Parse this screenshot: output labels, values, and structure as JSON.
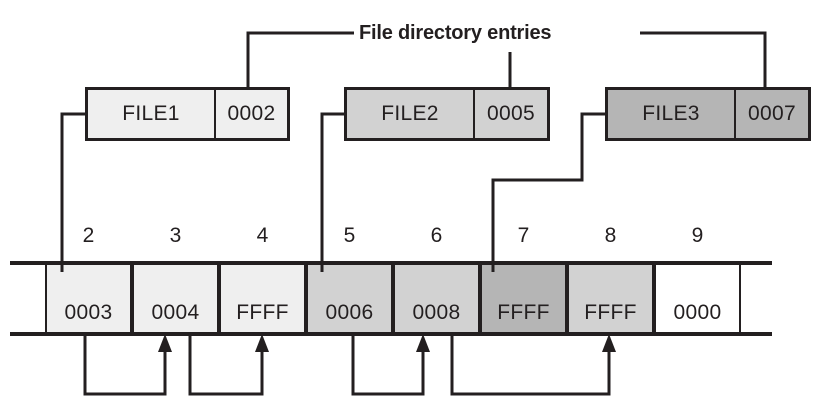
{
  "diagram": {
    "title": "File directory entries",
    "colors": {
      "stroke": "#231f20",
      "file1_fill": "#efefef",
      "file2_fill": "#d2d2d2",
      "file3_fill": "#b5b5b5",
      "empty_fill": "#ffffff"
    },
    "directory_entries": [
      {
        "name": "FILE1",
        "start_cluster": "0002",
        "fill": "#efefef"
      },
      {
        "name": "FILE2",
        "start_cluster": "0005",
        "fill": "#d2d2d2"
      },
      {
        "name": "FILE3",
        "start_cluster": "0007",
        "fill": "#b5b5b5"
      }
    ],
    "fat_table": {
      "indices": [
        "2",
        "3",
        "4",
        "5",
        "6",
        "7",
        "8",
        "9"
      ],
      "entries": [
        {
          "index": "2",
          "value": "0003",
          "fill": "#efefef"
        },
        {
          "index": "3",
          "value": "0004",
          "fill": "#efefef"
        },
        {
          "index": "4",
          "value": "FFFF",
          "fill": "#efefef"
        },
        {
          "index": "5",
          "value": "0006",
          "fill": "#d2d2d2"
        },
        {
          "index": "6",
          "value": "0008",
          "fill": "#d2d2d2"
        },
        {
          "index": "7",
          "value": "FFFF",
          "fill": "#b5b5b5"
        },
        {
          "index": "8",
          "value": "FFFF",
          "fill": "#d2d2d2"
        },
        {
          "index": "9",
          "value": "0000",
          "fill": "#ffffff"
        }
      ]
    },
    "chain_links": [
      {
        "from": "2",
        "to": "3"
      },
      {
        "from": "3",
        "to": "4"
      },
      {
        "from": "5",
        "to": "6"
      },
      {
        "from": "6",
        "to": "8"
      }
    ]
  }
}
